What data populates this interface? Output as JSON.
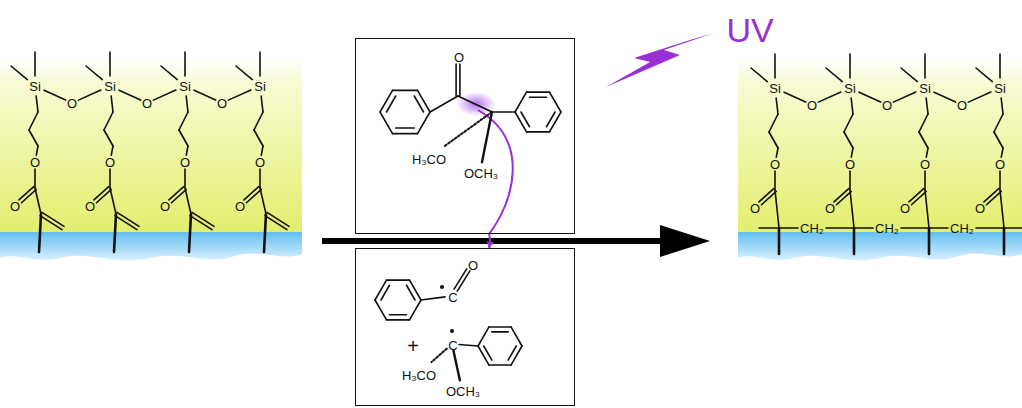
{
  "diagram": {
    "nodes": [
      {
        "text": [
          "O",
          "H₃CO",
          "OCH₃"
        ]
      },
      {
        "text": [
          "O",
          "C",
          "+",
          "C",
          "H₃CO",
          "OCH₃"
        ]
      }
    ],
    "edges": [
      {
        "from": 0,
        "to": 1,
        "arrow": "to"
      }
    ],
    "labels": [
      "UV",
      "Si",
      "Si",
      "Si",
      "Si",
      "O",
      "O",
      "O",
      "O",
      "O",
      "O",
      "O",
      "O",
      "O",
      "O",
      "O",
      "Si",
      "Si",
      "Si",
      "Si",
      "O",
      "O",
      "O",
      "O",
      "O",
      "O",
      "O",
      "O",
      "O",
      "O",
      "O",
      "CH₂",
      "CH₂",
      "CH₂"
    ]
  }
}
